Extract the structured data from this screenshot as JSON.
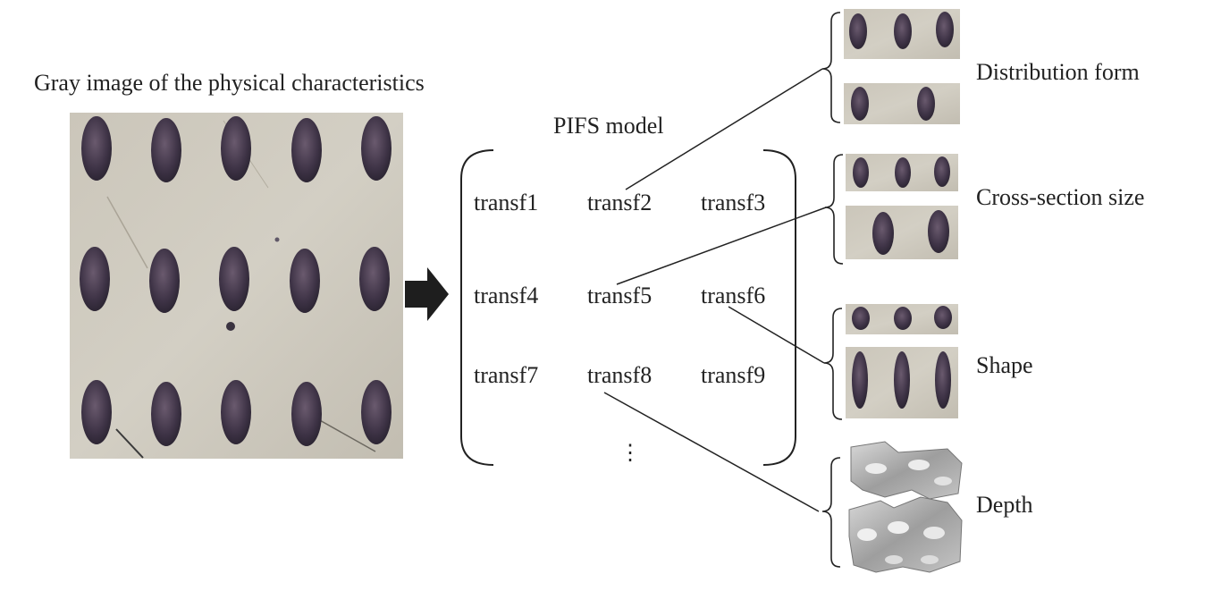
{
  "source_image": {
    "title": "Gray image of the physical characteristics",
    "rows": 3,
    "cols": 5
  },
  "model": {
    "title": "PIFS model",
    "transforms": [
      [
        "transf1",
        "transf2",
        "transf3"
      ],
      [
        "transf4",
        "transf5",
        "transf6"
      ],
      [
        "transf7",
        "transf8",
        "transf9"
      ]
    ],
    "continuation": "⋮"
  },
  "characteristics": [
    {
      "label": "Distribution form",
      "source": "transf2"
    },
    {
      "label": "Cross-section size",
      "source": "transf5"
    },
    {
      "label": "Shape",
      "source": "transf6"
    },
    {
      "label": "Depth",
      "source": "transf8"
    }
  ],
  "colors": {
    "paper": "#c9c4b8",
    "dot": "#3e3346",
    "arrow": "#1e1e1e",
    "line": "#222222"
  }
}
